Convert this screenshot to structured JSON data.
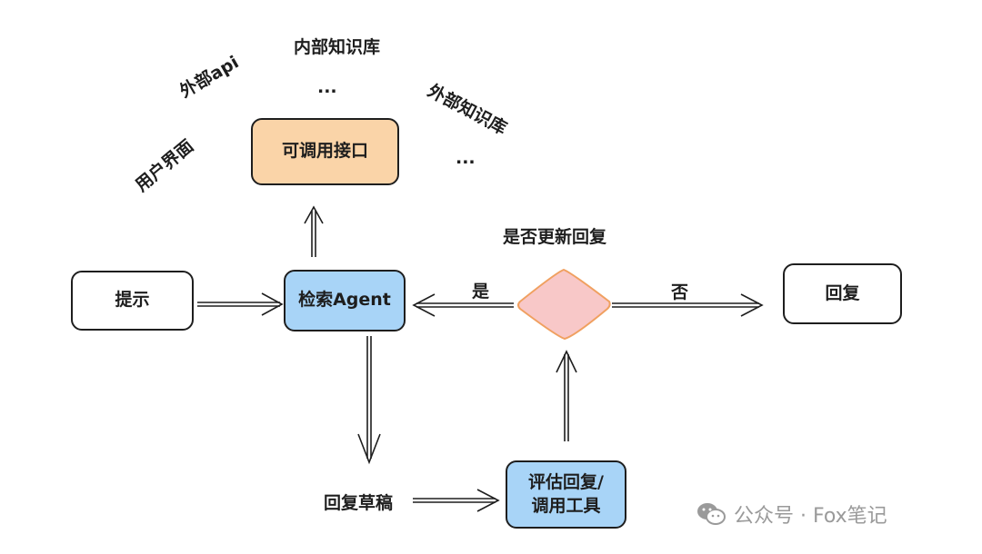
{
  "nodes": {
    "interface": "可调用接口",
    "prompt": "提示",
    "agent": "检索Agent",
    "reply": "回复",
    "evaluate": "评估回复/调用工具",
    "draft": "回复草稿",
    "decision": "是否更新回复"
  },
  "labels": {
    "internal_kb": "内部知识库",
    "external_api": "外部api",
    "external_kb": "外部知识库",
    "user_ui": "用户界面",
    "ellipsis_top": "...",
    "ellipsis_right": "...",
    "yes": "是",
    "no": "否"
  },
  "watermark": "公众号 · Fox笔记",
  "colors": {
    "interface_fill": "#fad4a8",
    "agent_fill": "#a8d4f7",
    "decision_fill": "#f8c8c8",
    "decision_stroke": "#f0a060",
    "stroke": "#1e1e1e"
  }
}
